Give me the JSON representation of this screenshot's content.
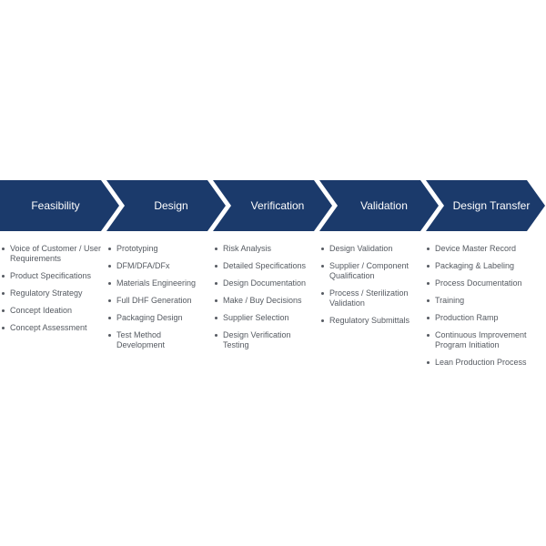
{
  "colors": {
    "chevron": "#1b3a6b",
    "text": "#555a61"
  },
  "phases": [
    {
      "title": "Feasibility",
      "items": [
        "Voice of Customer / User Requirements",
        "Product Specifications",
        "Regulatory Strategy",
        "Concept Ideation",
        "Concept  Assessment"
      ]
    },
    {
      "title": "Design",
      "items": [
        "Prototyping",
        "DFM/DFA/DFx",
        "Materials Engineering",
        "Full DHF Generation",
        "Packaging Design",
        "Test Method Development"
      ]
    },
    {
      "title": "Verification",
      "items": [
        "Risk Analysis",
        "Detailed Specifications",
        "Design Documentation",
        "Make / Buy Decisions",
        "Supplier Selection",
        "Design Verification Testing"
      ]
    },
    {
      "title": "Validation",
      "items": [
        "Design Validation",
        "Supplier / Component Qualification",
        "Process / Sterilization Validation",
        "Regulatory Submittals"
      ]
    },
    {
      "title": "Design Transfer",
      "items": [
        "Device Master Record",
        "Packaging & Labeling",
        "Process Documentation",
        "Training",
        "Production Ramp",
        "Continuous Improvement Program Initiation",
        "Lean Production Process"
      ]
    }
  ]
}
